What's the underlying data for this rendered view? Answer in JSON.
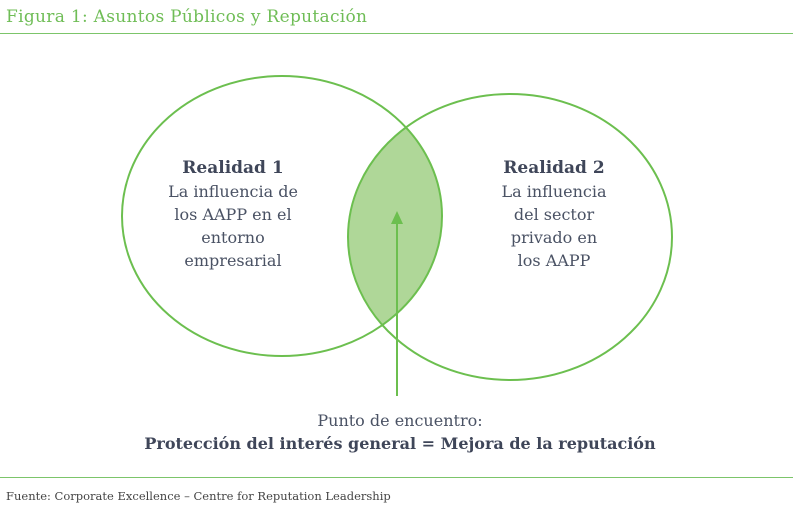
{
  "figure": {
    "title": "Figura 1: Asuntos Públicos y Reputación",
    "left": {
      "heading": "Realidad 1",
      "lines": [
        "La influencia de",
        "los AAPP en el",
        "entorno",
        "empresarial"
      ]
    },
    "right": {
      "heading": "Realidad 2",
      "lines": [
        "La influencia",
        "del sector",
        "privado en",
        "los AAPP"
      ]
    },
    "meeting_label": "Punto de encuentro:",
    "meeting_text": "Protección del interés general = Mejora de la reputación",
    "source": "Fuente: Corporate Excellence – Centre for Reputation Leadership"
  },
  "colors": {
    "stroke": "#6cbf4f",
    "fill": "#afd798",
    "title": "#6fbd56",
    "text": "#4a5264"
  }
}
